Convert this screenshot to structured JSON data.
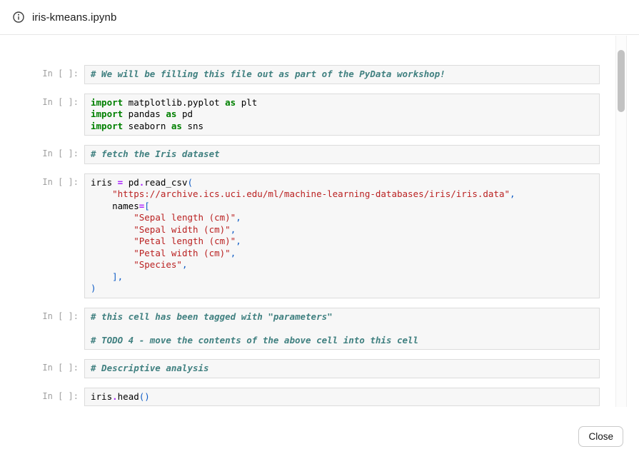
{
  "header": {
    "title": "iris-kmeans.ipynb",
    "icon": "info-icon"
  },
  "footer": {
    "close_label": "Close"
  },
  "colors": {
    "header_border": "#e7e7e7",
    "cell_background": "#f7f7f7",
    "cell_border": "#dcdcdc",
    "prompt_text": "#9f9f9f",
    "syntax_comment": "#408080",
    "syntax_keyword": "#008000",
    "syntax_operator": "#AA22FF",
    "syntax_string": "#BA2121",
    "syntax_punctuation": "#0d5bc5",
    "scrollbar_thumb": "#c2c2c2"
  },
  "notebook": {
    "prompt_label": "In [ ]:",
    "cells": [
      {
        "lines": [
          [
            {
              "s": "com",
              "t": "# We will be filling this file out as part of the PyData workshop!"
            }
          ]
        ]
      },
      {
        "lines": [
          [
            {
              "s": "kw",
              "t": "import"
            },
            {
              "s": "pln",
              "t": " matplotlib.pyplot "
            },
            {
              "s": "kw",
              "t": "as"
            },
            {
              "s": "pln",
              "t": " plt"
            }
          ],
          [
            {
              "s": "kw",
              "t": "import"
            },
            {
              "s": "pln",
              "t": " pandas "
            },
            {
              "s": "kw",
              "t": "as"
            },
            {
              "s": "pln",
              "t": " pd"
            }
          ],
          [
            {
              "s": "kw",
              "t": "import"
            },
            {
              "s": "pln",
              "t": " seaborn "
            },
            {
              "s": "kw",
              "t": "as"
            },
            {
              "s": "pln",
              "t": " sns"
            }
          ]
        ]
      },
      {
        "lines": [
          [
            {
              "s": "com",
              "t": "# fetch the Iris dataset"
            }
          ]
        ]
      },
      {
        "lines": [
          [
            {
              "s": "pln",
              "t": "iris "
            },
            {
              "s": "op",
              "t": "="
            },
            {
              "s": "pln",
              "t": " pd"
            },
            {
              "s": "op",
              "t": "."
            },
            {
              "s": "pln",
              "t": "read_csv"
            },
            {
              "s": "pun",
              "t": "("
            }
          ],
          [
            {
              "s": "pln",
              "t": "    "
            },
            {
              "s": "str",
              "t": "\"https://archive.ics.uci.edu/ml/machine-learning-databases/iris/iris.data\""
            },
            {
              "s": "pun",
              "t": ","
            }
          ],
          [
            {
              "s": "pln",
              "t": "    names"
            },
            {
              "s": "op",
              "t": "="
            },
            {
              "s": "pun",
              "t": "["
            }
          ],
          [
            {
              "s": "pln",
              "t": "        "
            },
            {
              "s": "str",
              "t": "\"Sepal length (cm)\""
            },
            {
              "s": "pun",
              "t": ","
            }
          ],
          [
            {
              "s": "pln",
              "t": "        "
            },
            {
              "s": "str",
              "t": "\"Sepal width (cm)\""
            },
            {
              "s": "pun",
              "t": ","
            }
          ],
          [
            {
              "s": "pln",
              "t": "        "
            },
            {
              "s": "str",
              "t": "\"Petal length (cm)\""
            },
            {
              "s": "pun",
              "t": ","
            }
          ],
          [
            {
              "s": "pln",
              "t": "        "
            },
            {
              "s": "str",
              "t": "\"Petal width (cm)\""
            },
            {
              "s": "pun",
              "t": ","
            }
          ],
          [
            {
              "s": "pln",
              "t": "        "
            },
            {
              "s": "str",
              "t": "\"Species\""
            },
            {
              "s": "pun",
              "t": ","
            }
          ],
          [
            {
              "s": "pln",
              "t": "    "
            },
            {
              "s": "pun",
              "t": "],"
            }
          ],
          [
            {
              "s": "pun",
              "t": ")"
            }
          ]
        ]
      },
      {
        "lines": [
          [
            {
              "s": "com",
              "t": "# this cell has been tagged with \"parameters\""
            }
          ],
          [],
          [
            {
              "s": "com",
              "t": "# TODO 4 - move the contents of the above cell into this cell"
            }
          ]
        ]
      },
      {
        "lines": [
          [
            {
              "s": "com",
              "t": "# Descriptive analysis"
            }
          ]
        ]
      },
      {
        "lines": [
          [
            {
              "s": "pln",
              "t": "iris"
            },
            {
              "s": "op",
              "t": "."
            },
            {
              "s": "pln",
              "t": "head"
            },
            {
              "s": "pun",
              "t": "()"
            }
          ]
        ]
      }
    ]
  }
}
